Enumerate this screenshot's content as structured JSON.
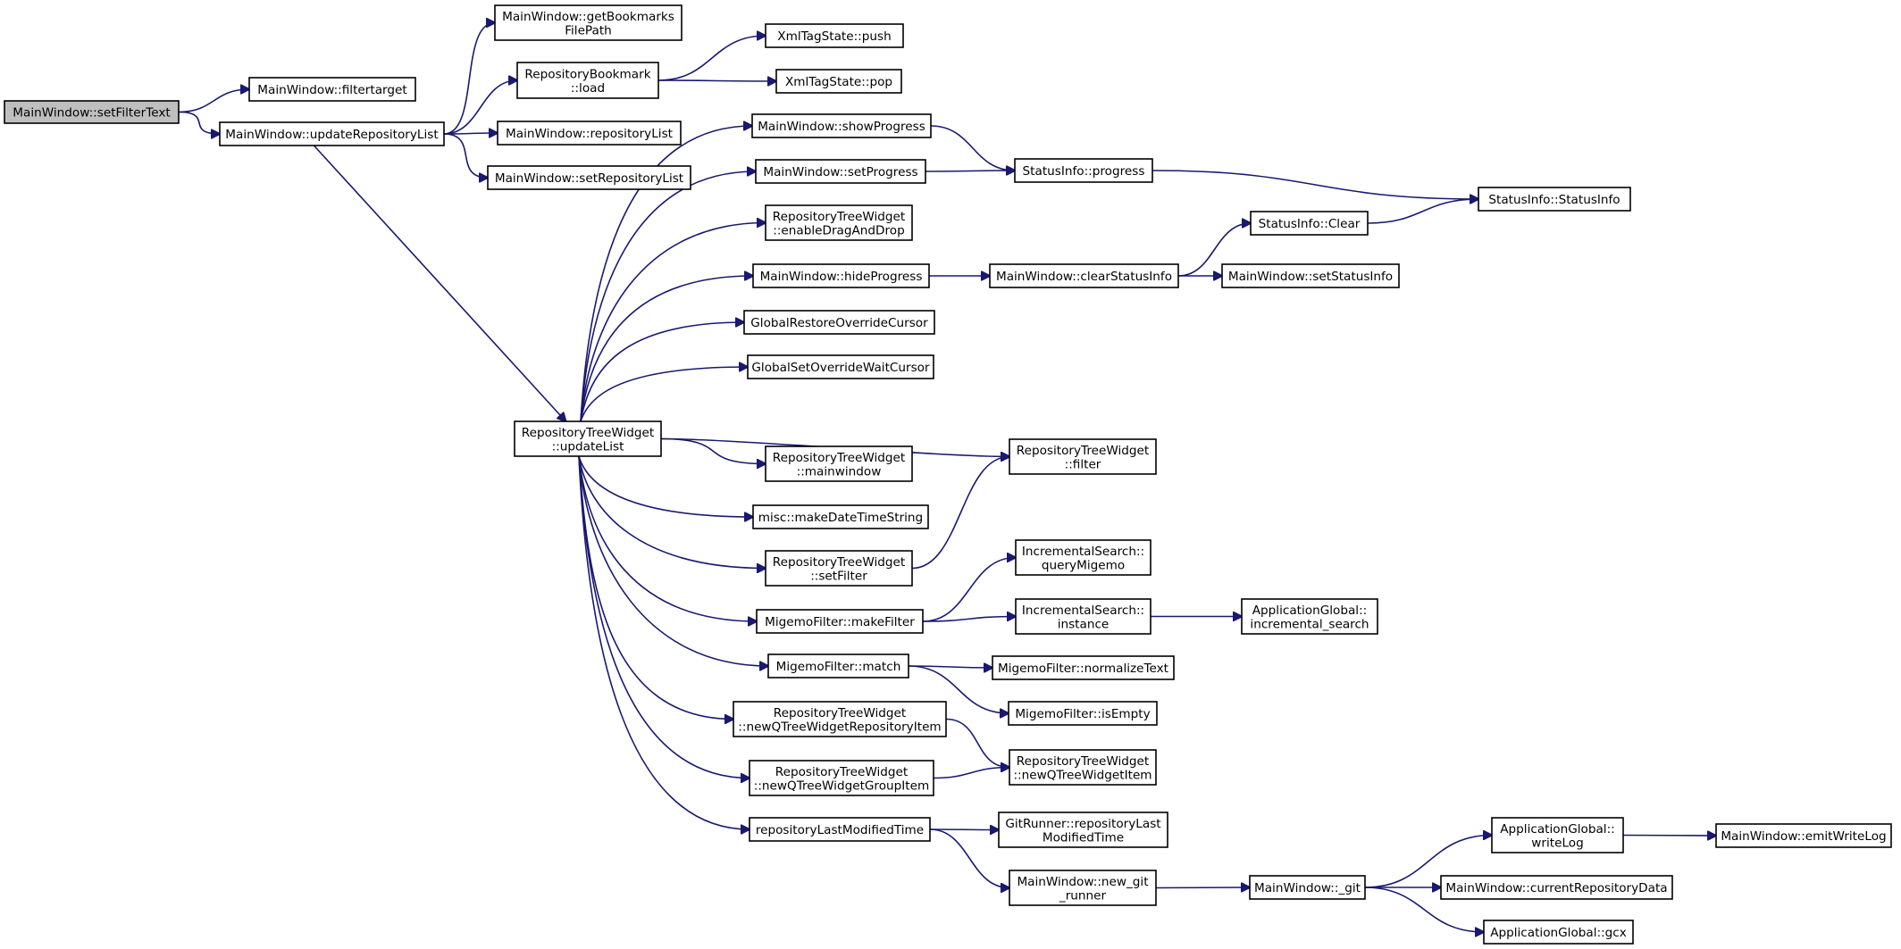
{
  "colors": {
    "edge": "#191970",
    "node_fill": "#ffffff",
    "root_fill": "#bfbfbf",
    "border": "#000000"
  },
  "nodes": [
    {
      "id": "setFilterText",
      "lines": [
        "MainWindow::setFilterText"
      ],
      "root": true
    },
    {
      "id": "filtertarget",
      "lines": [
        "MainWindow::filtertarget"
      ]
    },
    {
      "id": "updateRepositoryList",
      "lines": [
        "MainWindow::updateRepositoryList"
      ]
    },
    {
      "id": "getBookmarksFilePath",
      "lines": [
        "MainWindow::getBookmarks",
        "FilePath"
      ]
    },
    {
      "id": "rbLoad",
      "lines": [
        "RepositoryBookmark",
        "::load"
      ]
    },
    {
      "id": "repositoryList",
      "lines": [
        "MainWindow::repositoryList"
      ]
    },
    {
      "id": "setRepositoryList",
      "lines": [
        "MainWindow::setRepositoryList"
      ]
    },
    {
      "id": "xmlPush",
      "lines": [
        "XmlTagState::push"
      ]
    },
    {
      "id": "xmlPop",
      "lines": [
        "XmlTagState::pop"
      ]
    },
    {
      "id": "updateList",
      "lines": [
        "RepositoryTreeWidget",
        "::updateList"
      ]
    },
    {
      "id": "showProgress",
      "lines": [
        "MainWindow::showProgress"
      ]
    },
    {
      "id": "setProgress",
      "lines": [
        "MainWindow::setProgress"
      ]
    },
    {
      "id": "enableDnD",
      "lines": [
        "RepositoryTreeWidget",
        "::enableDragAndDrop"
      ]
    },
    {
      "id": "hideProgress",
      "lines": [
        "MainWindow::hideProgress"
      ]
    },
    {
      "id": "globalRestore",
      "lines": [
        "GlobalRestoreOverrideCursor"
      ]
    },
    {
      "id": "globalSetWait",
      "lines": [
        "GlobalSetOverrideWaitCursor"
      ]
    },
    {
      "id": "rtwMainwindow",
      "lines": [
        "RepositoryTreeWidget",
        "::mainwindow"
      ]
    },
    {
      "id": "makeDateTimeString",
      "lines": [
        "misc::makeDateTimeString"
      ]
    },
    {
      "id": "rtwSetFilter",
      "lines": [
        "RepositoryTreeWidget",
        "::setFilter"
      ]
    },
    {
      "id": "makeFilter",
      "lines": [
        "MigemoFilter::makeFilter"
      ]
    },
    {
      "id": "mfMatch",
      "lines": [
        "MigemoFilter::match"
      ]
    },
    {
      "id": "newRepoItem",
      "lines": [
        "RepositoryTreeWidget",
        "::newQTreeWidgetRepositoryItem"
      ]
    },
    {
      "id": "newGroupItem",
      "lines": [
        "RepositoryTreeWidget",
        "::newQTreeWidgetGroupItem"
      ]
    },
    {
      "id": "repoLastModified",
      "lines": [
        "repositoryLastModifiedTime"
      ]
    },
    {
      "id": "siProgress",
      "lines": [
        "StatusInfo::progress"
      ]
    },
    {
      "id": "clearStatusInfo",
      "lines": [
        "MainWindow::clearStatusInfo"
      ]
    },
    {
      "id": "siClear",
      "lines": [
        "StatusInfo::Clear"
      ]
    },
    {
      "id": "siStatusInfo",
      "lines": [
        "StatusInfo::StatusInfo"
      ]
    },
    {
      "id": "setStatusInfo",
      "lines": [
        "MainWindow::setStatusInfo"
      ]
    },
    {
      "id": "rtwFilter",
      "lines": [
        "RepositoryTreeWidget",
        "::filter"
      ]
    },
    {
      "id": "queryMigemo",
      "lines": [
        "IncrementalSearch::",
        "queryMigemo"
      ]
    },
    {
      "id": "isInstance",
      "lines": [
        "IncrementalSearch::",
        "instance"
      ]
    },
    {
      "id": "agIncremental",
      "lines": [
        "ApplicationGlobal::",
        "incremental_search"
      ]
    },
    {
      "id": "normalizeText",
      "lines": [
        "MigemoFilter::normalizeText"
      ]
    },
    {
      "id": "isEmpty",
      "lines": [
        "MigemoFilter::isEmpty"
      ]
    },
    {
      "id": "newItem",
      "lines": [
        "RepositoryTreeWidget",
        "::newQTreeWidgetItem"
      ]
    },
    {
      "id": "gitRepoLastModified",
      "lines": [
        "GitRunner::repositoryLast",
        "ModifiedTime"
      ]
    },
    {
      "id": "newGitRunner",
      "lines": [
        "MainWindow::new_git",
        "_runner"
      ]
    },
    {
      "id": "mwGit",
      "lines": [
        "MainWindow::_git"
      ]
    },
    {
      "id": "agWriteLog",
      "lines": [
        "ApplicationGlobal::",
        "writeLog"
      ]
    },
    {
      "id": "emitWriteLog",
      "lines": [
        "MainWindow::emitWriteLog"
      ]
    },
    {
      "id": "currentRepoData",
      "lines": [
        "MainWindow::currentRepositoryData"
      ]
    },
    {
      "id": "agGcx",
      "lines": [
        "ApplicationGlobal::gcx"
      ]
    }
  ],
  "edges": [
    [
      "setFilterText",
      "filtertarget"
    ],
    [
      "setFilterText",
      "updateRepositoryList"
    ],
    [
      "updateRepositoryList",
      "getBookmarksFilePath"
    ],
    [
      "updateRepositoryList",
      "rbLoad"
    ],
    [
      "updateRepositoryList",
      "repositoryList"
    ],
    [
      "updateRepositoryList",
      "setRepositoryList"
    ],
    [
      "updateRepositoryList",
      "updateList"
    ],
    [
      "rbLoad",
      "xmlPush"
    ],
    [
      "rbLoad",
      "xmlPop"
    ],
    [
      "updateList",
      "showProgress"
    ],
    [
      "updateList",
      "setProgress"
    ],
    [
      "updateList",
      "enableDnD"
    ],
    [
      "updateList",
      "hideProgress"
    ],
    [
      "updateList",
      "globalRestore"
    ],
    [
      "updateList",
      "globalSetWait"
    ],
    [
      "updateList",
      "rtwFilter"
    ],
    [
      "updateList",
      "rtwMainwindow"
    ],
    [
      "updateList",
      "makeDateTimeString"
    ],
    [
      "updateList",
      "rtwSetFilter"
    ],
    [
      "updateList",
      "makeFilter"
    ],
    [
      "updateList",
      "mfMatch"
    ],
    [
      "updateList",
      "newRepoItem"
    ],
    [
      "updateList",
      "newGroupItem"
    ],
    [
      "updateList",
      "repoLastModified"
    ],
    [
      "showProgress",
      "siProgress"
    ],
    [
      "setProgress",
      "siProgress"
    ],
    [
      "siProgress",
      "siStatusInfo"
    ],
    [
      "hideProgress",
      "clearStatusInfo"
    ],
    [
      "clearStatusInfo",
      "siClear"
    ],
    [
      "clearStatusInfo",
      "setStatusInfo"
    ],
    [
      "siClear",
      "siStatusInfo"
    ],
    [
      "rtwSetFilter",
      "rtwFilter"
    ],
    [
      "makeFilter",
      "queryMigemo"
    ],
    [
      "makeFilter",
      "isInstance"
    ],
    [
      "isInstance",
      "agIncremental"
    ],
    [
      "mfMatch",
      "normalizeText"
    ],
    [
      "mfMatch",
      "isEmpty"
    ],
    [
      "newRepoItem",
      "newItem"
    ],
    [
      "newGroupItem",
      "newItem"
    ],
    [
      "repoLastModified",
      "gitRepoLastModified"
    ],
    [
      "repoLastModified",
      "newGitRunner"
    ],
    [
      "newGitRunner",
      "mwGit"
    ],
    [
      "mwGit",
      "agWriteLog"
    ],
    [
      "mwGit",
      "currentRepoData"
    ],
    [
      "mwGit",
      "agGcx"
    ],
    [
      "agWriteLog",
      "emitWriteLog"
    ]
  ]
}
